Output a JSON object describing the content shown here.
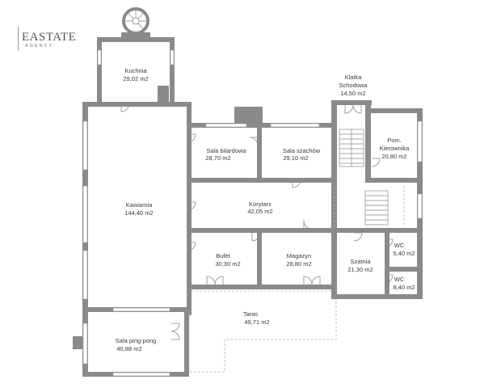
{
  "logo": {
    "name": "EASTATE",
    "tagline": "AGENCY"
  },
  "rooms": [
    {
      "id": "kuchnia",
      "name": "Kuchnia",
      "area": "29,02 m2"
    },
    {
      "id": "klatka",
      "name_line1": "Klatka",
      "name_line2": "Schodowa",
      "area": "14,50 m2"
    },
    {
      "id": "sala-bilardowa",
      "name": "Sala bilardowa",
      "area": "28,70 m2"
    },
    {
      "id": "sala-szachow",
      "name": "Sala szachów",
      "area": "29,10 m2"
    },
    {
      "id": "pom-kierownika",
      "name_line1": "Pom.",
      "name_line2": "Kierownika",
      "area": "20,80 m2"
    },
    {
      "id": "kawiarnia",
      "name": "Kawiarnia",
      "area": "144,40 m2"
    },
    {
      "id": "korytarz",
      "name": "Korytarz",
      "area": "42,05 m2"
    },
    {
      "id": "bufet",
      "name": "Bufet",
      "area": "30,30 m2"
    },
    {
      "id": "magazyn",
      "name": "Magazyn",
      "area": "28,80 m2"
    },
    {
      "id": "szatnia",
      "name": "Szatnia",
      "area": "21,30 m2"
    },
    {
      "id": "wc1",
      "name": "WC",
      "area": "5,40 m2"
    },
    {
      "id": "wc2",
      "name": "WC",
      "area": "8,40 m2"
    },
    {
      "id": "taras",
      "name": "Taras",
      "area": "49,71 m2"
    },
    {
      "id": "sala-ping-pong",
      "name": "Sala ping-pong",
      "area": "40,88 m2"
    }
  ]
}
